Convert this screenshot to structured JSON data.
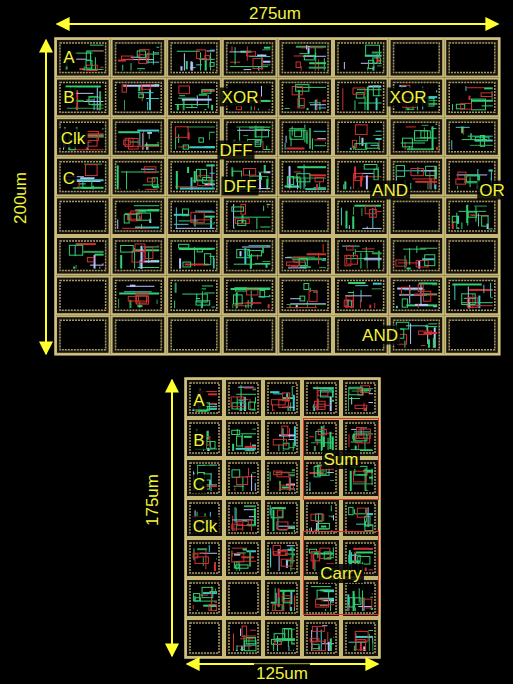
{
  "diagram": {
    "nodes": [
      {
        "text": [
          "Sum"
        ]
      },
      {
        "text": [
          "Carry"
        ]
      }
    ],
    "labels": [
      "275um",
      "200um",
      "A",
      "B",
      "Clk",
      "C",
      "XOR",
      "XOR",
      "DFF",
      "DFF",
      "AND",
      "OR",
      "AND",
      "175um",
      "A",
      "B",
      "C",
      "Clk",
      "125um"
    ]
  }
}
